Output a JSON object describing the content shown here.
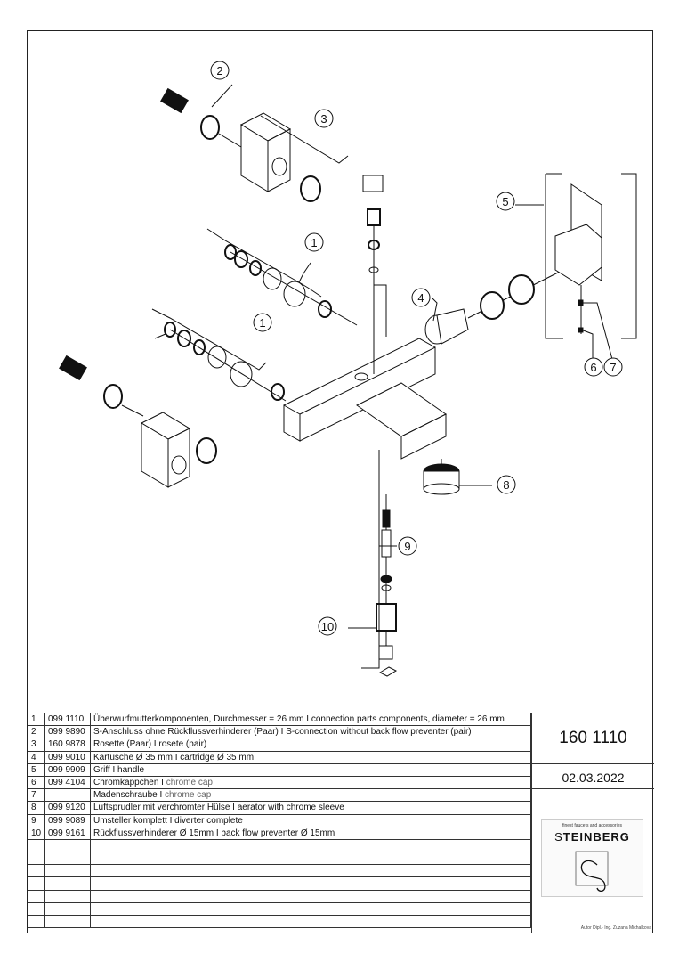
{
  "drawing": {
    "callouts": [
      "1",
      "2",
      "3",
      "4",
      "5",
      "6",
      "7",
      "8",
      "9",
      "10",
      "1"
    ]
  },
  "parts_table": {
    "rows": [
      {
        "pos": "1",
        "code": "099 1110",
        "de": "Überwurfmutterkomponenten, Durchmesser = 26 mm I connection parts components, diameter = 26 mm",
        "en": ""
      },
      {
        "pos": "2",
        "code": "099 9890",
        "de": "S-Anschluss ohne Rückflussverhinderer (Paar) I S-connection without back flow preventer (pair)",
        "en": ""
      },
      {
        "pos": "3",
        "code": "160 9878",
        "de": "Rosette (Paar) I rosete (pair)",
        "en": ""
      },
      {
        "pos": "4",
        "code": "099 9010",
        "de": "Kartusche Ø 35 mm I cartridge Ø 35 mm",
        "en": ""
      },
      {
        "pos": "5",
        "code": "099 9909",
        "de": "Griff  I handle",
        "en": ""
      },
      {
        "pos": "6",
        "code": "099 4104",
        "de": "Chromkäppchen I",
        "en": " chrome cap"
      },
      {
        "pos": "7",
        "code": "",
        "de": "Madenschraube I",
        "en": " chrome cap"
      },
      {
        "pos": "8",
        "code": "099 9120",
        "de": "Luftsprudler mit verchromter Hülse I aerator with chrome sleeve",
        "en": ""
      },
      {
        "pos": "9",
        "code": "099 9089",
        "de": "Umsteller komplett I diverter complete",
        "en": ""
      },
      {
        "pos": "10",
        "code": "099 9161",
        "de": "Rückflussverhinderer Ø 15mm I back flow preventer Ø 15mm",
        "en": ""
      },
      {
        "pos": "",
        "code": "",
        "de": "",
        "en": ""
      },
      {
        "pos": "",
        "code": "",
        "de": "",
        "en": ""
      },
      {
        "pos": "",
        "code": "",
        "de": "",
        "en": ""
      },
      {
        "pos": "",
        "code": "",
        "de": "",
        "en": ""
      },
      {
        "pos": "",
        "code": "",
        "de": "",
        "en": ""
      },
      {
        "pos": "",
        "code": "",
        "de": "",
        "en": ""
      },
      {
        "pos": "",
        "code": "",
        "de": "",
        "en": ""
      }
    ]
  },
  "title_block": {
    "drawing_number": "160 1110",
    "date": "02.03.2022",
    "logo_tagline": "finest faucets and accessories",
    "brand_first": "S",
    "brand_rest": "TEINBERG",
    "author": "Autor Dipl.- Ing. Zuzana Michalkova"
  }
}
